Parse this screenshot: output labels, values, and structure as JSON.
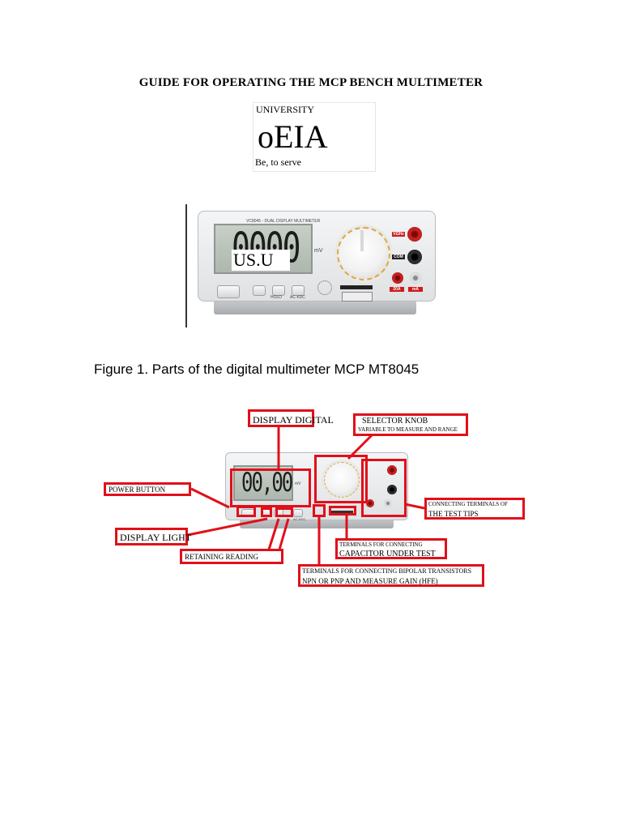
{
  "document": {
    "title": "GUIDE FOR OPERATING THE MCP BENCH MULTIMETER",
    "figure_caption": "Figure 1. Parts of the digital multimeter MCP MT8045"
  },
  "logo": {
    "university": "UNIVERSITY",
    "name": "oEIA",
    "motto": "Be, to serve"
  },
  "photo1": {
    "model_label": "VC8045 - DUAL DISPLAY MULTIMETER",
    "display_digits": "0000",
    "display_unit": "mV",
    "overlay_text": "US.U",
    "buttons": [
      "HOLD",
      "AC KDC"
    ],
    "jack_labels": [
      "VΩHz",
      "COM",
      "20A",
      "mA"
    ]
  },
  "photo2": {
    "display_digits": "00,00",
    "display_unit": "mV",
    "buttons": [
      "AC-KDC"
    ]
  },
  "annotations": {
    "display_digital": "DISPLAY DIGITAL",
    "selector_knob": "SELECTOR KNOB",
    "selector_knob_sub": "VARIABLE TO MEASURE AND RANGE",
    "power_button": "POWER BUTTON",
    "display_light": "DISPLAY LIGHT",
    "retaining_reading": "RETAINING READING",
    "terminals_test_tips_1": "CONNECTING TERMINALS OF",
    "terminals_test_tips_2": "THE TEST TIPS",
    "capacitor_1": "TERMINALS FOR CONNECTING",
    "capacitor_2": "CAPACITOR UNDER TEST",
    "transistor_1": "TERMINALS FOR CONNECTING BIPOLAR TRANSISTORS",
    "transistor_2": "NPN OR PNP AND MEASURE GAIN (HFE)"
  },
  "colors": {
    "annotation_red": "#e0101a",
    "jack_red": "#cc1c1c"
  }
}
